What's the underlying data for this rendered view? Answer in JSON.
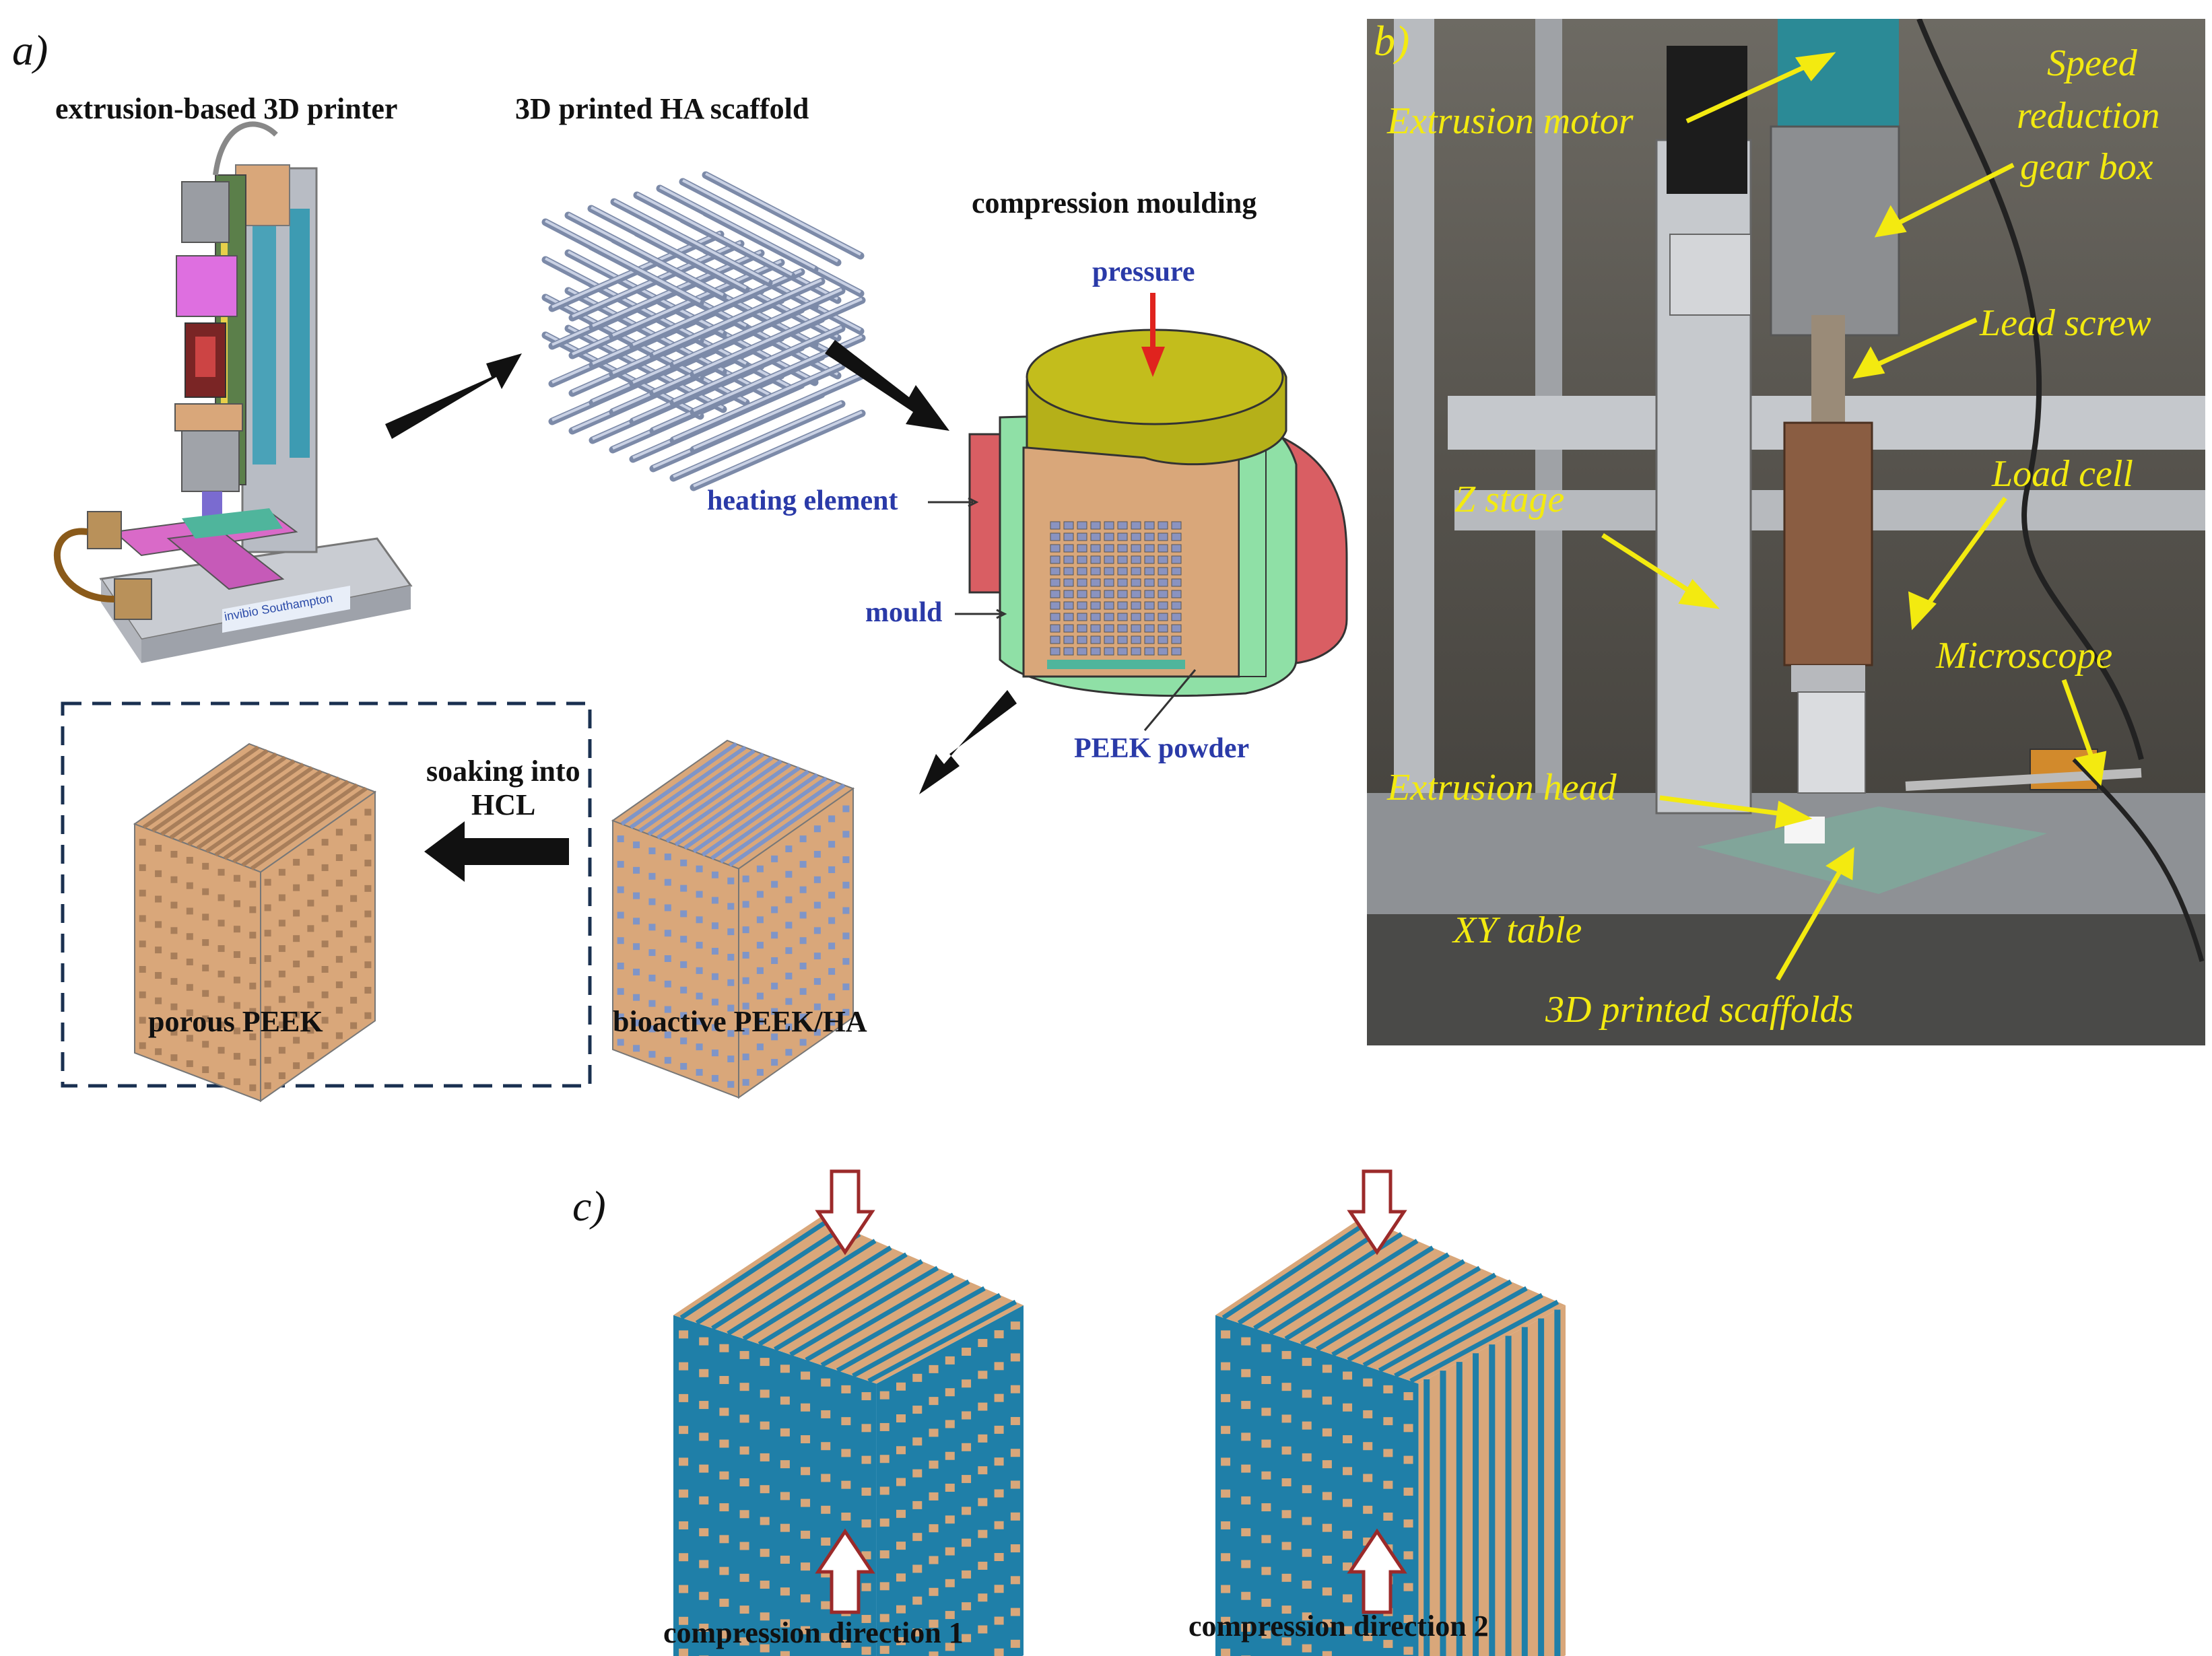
{
  "panel_a": {
    "label": "a)",
    "printer_title": "extrusion-based 3D printer",
    "scaffold_title": "3D printed HA scaffold",
    "moulding_title": "compression moulding",
    "pressure_label": "pressure",
    "heating_element_label": "heating element",
    "mould_label": "mould",
    "peek_powder_label": "PEEK powder",
    "soaking_label_line1": "soaking into",
    "soaking_label_line2": "HCL",
    "porous_label": "porous PEEK",
    "bioactive_label": "bioactive PEEK/HA",
    "printer_logo_text": "invibio Southampton"
  },
  "panel_b": {
    "label": "b)",
    "annotations": {
      "extrusion_motor": "Extrusion motor",
      "speed_line1": "Speed",
      "speed_line2": "reduction",
      "speed_line3": "gear box",
      "lead_screw": "Lead screw",
      "z_stage": "Z stage",
      "load_cell": "Load cell",
      "microscope": "Microscope",
      "extrusion_head": "Extrusion head",
      "xy_table": "XY table",
      "scaffolds": "3D printed scaffolds"
    }
  },
  "panel_c": {
    "label": "c)",
    "direction1": "compression direction 1",
    "direction2": "compression direction 2"
  },
  "colors": {
    "peek": "#d9a77a",
    "ha_blue": "#1f7fa8",
    "arrow_black": "#111111",
    "annotation_yellow": "#f3ea10",
    "pressure_red": "#e0231e",
    "mould_green": "#8fe0a6",
    "heater_red": "#d95e63",
    "lid_olive": "#b5b019"
  }
}
